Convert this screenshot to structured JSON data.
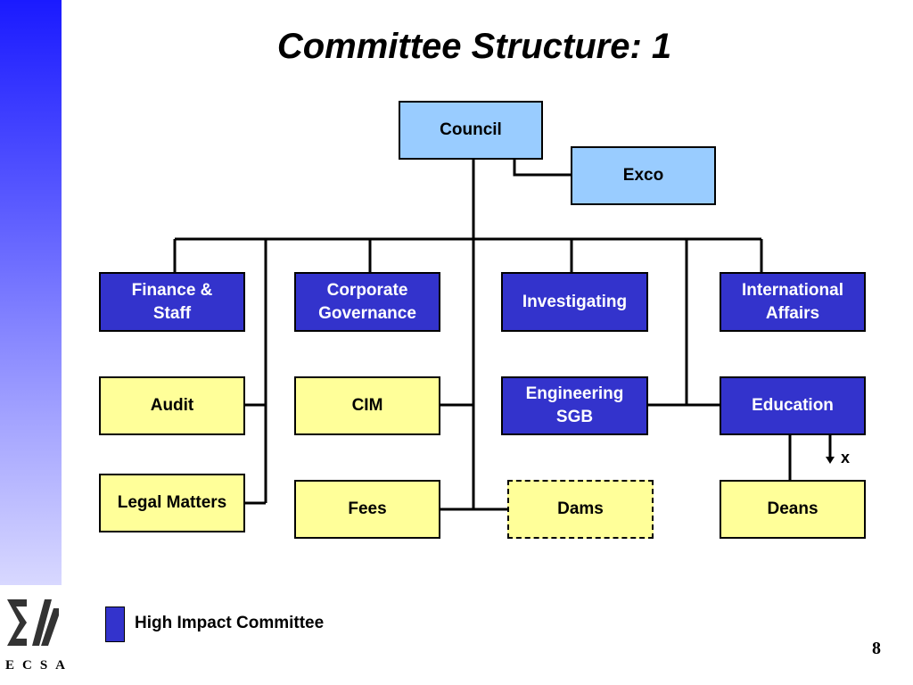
{
  "title": "Committee Structure: 1",
  "boxes": {
    "council": "Council",
    "exco": "Exco",
    "finance_staff": "Finance & Staff",
    "corporate_governance": "Corporate Governance",
    "investigating": "Investigating",
    "international_affairs": "International Affairs",
    "audit": "Audit",
    "cim": "CIM",
    "engineering_sgb": "Engineering SGB",
    "education": "Education",
    "legal_matters": "Legal Matters",
    "fees": "Fees",
    "dams": "Dams",
    "deans": "Deans"
  },
  "arrow_label": "x",
  "legend": {
    "label": "High Impact Committee",
    "color": "#3333cc"
  },
  "colors": {
    "light_blue": "#99ccff",
    "dark_blue": "#3333cc",
    "yellow": "#ffff99"
  },
  "logo": {
    "text": "ECSA"
  },
  "page_number": "8"
}
